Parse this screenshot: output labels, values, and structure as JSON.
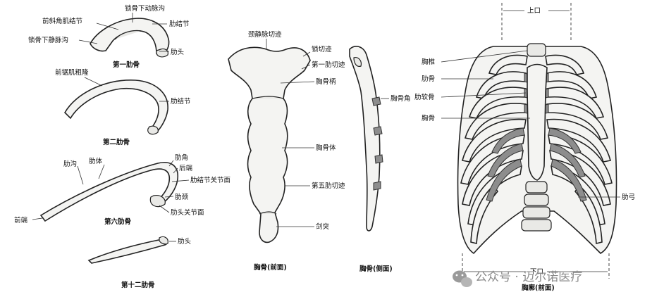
{
  "rib1": {
    "caption": "第一肋骨",
    "labels": {
      "groove_artery": "锁骨下动脉沟",
      "scalene": "前斜角肌结节",
      "groove_vein": "锁骨下静脉沟",
      "tubercle": "肋结节",
      "head": "肋头"
    }
  },
  "rib2": {
    "caption": "第二肋骨",
    "labels": {
      "serratus": "前锯肌粗隆",
      "tubercle": "肋结节"
    }
  },
  "rib6": {
    "caption": "第六肋骨",
    "labels": {
      "angle": "肋角",
      "body": "肋体",
      "groove": "肋沟",
      "posterior": "后端",
      "tubercle_facet": "肋结节关节面",
      "neck": "肋颈",
      "head_facet": "肋头关节面",
      "anterior": "前端"
    }
  },
  "rib12": {
    "caption": "第十二肋骨",
    "labels": {
      "head": "肋头"
    }
  },
  "sternum_front": {
    "caption": "胸骨(前面)",
    "labels": {
      "jugular": "颈静脉切迹",
      "clavicular": "锁切迹",
      "first_costal": "第一肋切迹",
      "manubrium": "胸骨柄",
      "body": "胸骨体",
      "fifth_costal": "第五肋切迹",
      "xiphoid": "剑突"
    }
  },
  "sternum_side": {
    "caption": "胸骨(侧面)",
    "labels": {
      "angle": "胸骨角"
    }
  },
  "thorax": {
    "caption": "胸廓(前面)",
    "labels": {
      "top": "上口",
      "bottom": "下口",
      "vertebra": "胸椎",
      "rib": "肋骨",
      "cartilage": "肋软骨",
      "sternum": "胸骨",
      "arch": "肋弓"
    }
  },
  "watermark": {
    "text": "公众号 · 迈尔诺医疗",
    "icon": "wechat-icon"
  }
}
